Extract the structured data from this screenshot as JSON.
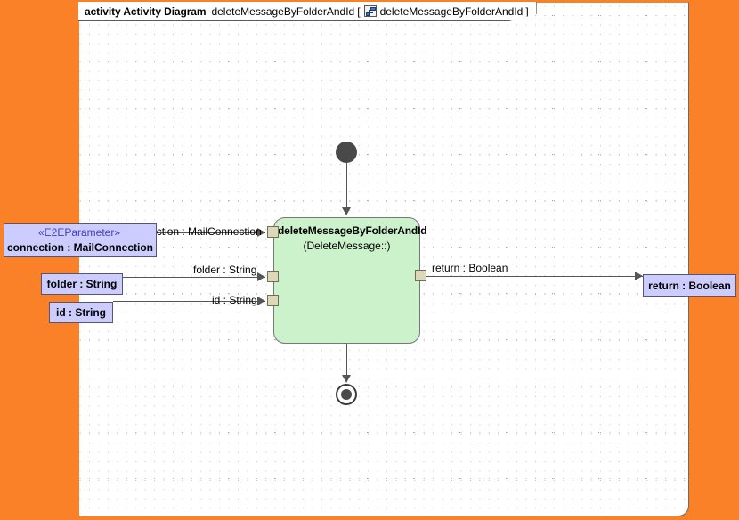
{
  "canvas": {
    "background_color": "#FA8128",
    "frame_background": "#ffffff",
    "grid": "dotted"
  },
  "frame_header": {
    "keyword": "activity Activity Diagram",
    "diagram_name": "deleteMessageByFolderAndId",
    "bracket_open": "[",
    "icon": "activity-diagram-icon",
    "qualified_name": "deleteMessageByFolderAndId",
    "bracket_close": "]"
  },
  "activity_node": {
    "name": "deleteMessageByFolderAndId",
    "qualifier": "(DeleteMessage::)",
    "fill_color": "#ccf2cc",
    "border_color": "#777777"
  },
  "control_nodes": {
    "initial": "initial-node",
    "final": "activity-final-node"
  },
  "pins": [
    {
      "name": "connection-pin",
      "side": "left"
    },
    {
      "name": "folder-pin",
      "side": "left"
    },
    {
      "name": "id-pin",
      "side": "left"
    },
    {
      "name": "return-pin",
      "side": "right"
    }
  ],
  "parameter_nodes": [
    {
      "id": "connection",
      "stereotype": "«E2EParameter»",
      "label": "connection : MailConnection",
      "fill_color": "#ccccff",
      "stereotype_color": "#4040c0"
    },
    {
      "id": "folder",
      "stereotype": "",
      "label": "folder : String",
      "fill_color": "#ccccff"
    },
    {
      "id": "id",
      "stereotype": "",
      "label": "id : String",
      "fill_color": "#ccccff"
    },
    {
      "id": "return",
      "stereotype": "",
      "label": "return : Boolean",
      "fill_color": "#ccccff"
    }
  ],
  "edge_labels": {
    "connection": "connection : MailConnection",
    "folder": "folder : String",
    "id": "id : String",
    "return": "return : Boolean"
  }
}
